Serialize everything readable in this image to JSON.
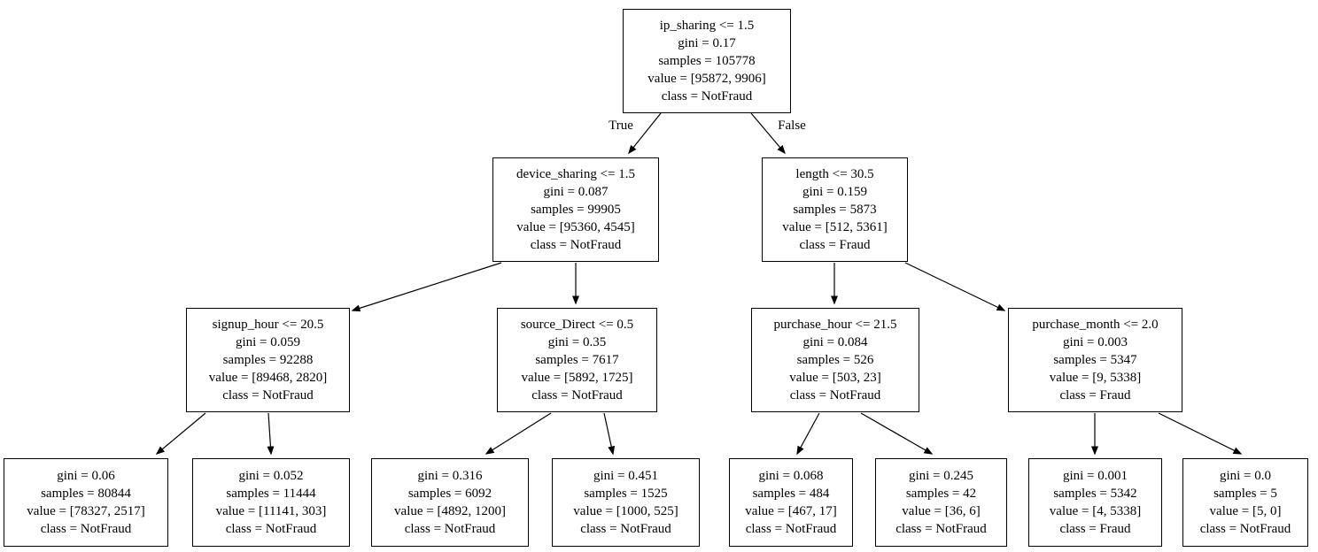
{
  "diagram": {
    "type": "decision-tree",
    "colors": {
      "background": "#ffffff",
      "node_border": "#000000",
      "edge": "#000000",
      "text": "#000000"
    },
    "edge_labels": {
      "true_label": "True",
      "false_label": "False"
    },
    "nodes": {
      "root": {
        "condition": "ip_sharing <= 1.5",
        "gini": "gini = 0.17",
        "samples": "samples = 105778",
        "value": "value = [95872, 9906]",
        "class": "class = NotFraud"
      },
      "device_sharing": {
        "condition": "device_sharing <= 1.5",
        "gini": "gini = 0.087",
        "samples": "samples = 99905",
        "value": "value = [95360, 4545]",
        "class": "class = NotFraud"
      },
      "length": {
        "condition": "length <= 30.5",
        "gini": "gini = 0.159",
        "samples": "samples = 5873",
        "value": "value = [512, 5361]",
        "class": "class = Fraud"
      },
      "signup_hour": {
        "condition": "signup_hour <= 20.5",
        "gini": "gini = 0.059",
        "samples": "samples = 92288",
        "value": "value = [89468, 2820]",
        "class": "class = NotFraud"
      },
      "source_Direct": {
        "condition": "source_Direct <= 0.5",
        "gini": "gini = 0.35",
        "samples": "samples = 7617",
        "value": "value = [5892, 1725]",
        "class": "class = NotFraud"
      },
      "purchase_hour": {
        "condition": "purchase_hour <= 21.5",
        "gini": "gini = 0.084",
        "samples": "samples = 526",
        "value": "value = [503, 23]",
        "class": "class = NotFraud"
      },
      "purchase_month": {
        "condition": "purchase_month <= 2.0",
        "gini": "gini = 0.003",
        "samples": "samples = 5347",
        "value": "value = [9, 5338]",
        "class": "class = Fraud"
      },
      "leaf1": {
        "gini": "gini = 0.06",
        "samples": "samples = 80844",
        "value": "value = [78327, 2517]",
        "class": "class = NotFraud"
      },
      "leaf2": {
        "gini": "gini = 0.052",
        "samples": "samples = 11444",
        "value": "value = [11141, 303]",
        "class": "class = NotFraud"
      },
      "leaf3": {
        "gini": "gini = 0.316",
        "samples": "samples = 6092",
        "value": "value = [4892, 1200]",
        "class": "class = NotFraud"
      },
      "leaf4": {
        "gini": "gini = 0.451",
        "samples": "samples = 1525",
        "value": "value = [1000, 525]",
        "class": "class = NotFraud"
      },
      "leaf5": {
        "gini": "gini = 0.068",
        "samples": "samples = 484",
        "value": "value = [467, 17]",
        "class": "class = NotFraud"
      },
      "leaf6": {
        "gini": "gini = 0.245",
        "samples": "samples = 42",
        "value": "value = [36, 6]",
        "class": "class = NotFraud"
      },
      "leaf7": {
        "gini": "gini = 0.001",
        "samples": "samples = 5342",
        "value": "value = [4, 5338]",
        "class": "class = Fraud"
      },
      "leaf8": {
        "gini": "gini = 0.0",
        "samples": "samples = 5",
        "value": "value = [5, 0]",
        "class": "class = NotFraud"
      }
    }
  }
}
